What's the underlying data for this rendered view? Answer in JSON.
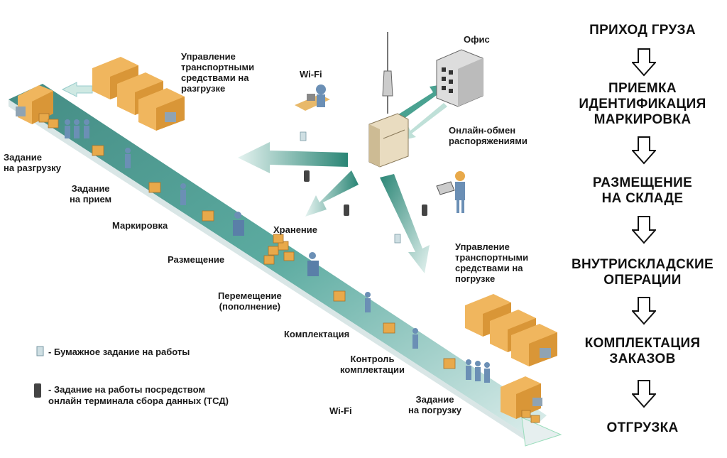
{
  "diagram": {
    "labels": {
      "office": "Офис",
      "wifi_top": "Wi-Fi",
      "wifi_bottom": "Wi-Fi",
      "transport_unload": "Управление\nтранспортными\nсредствами на\nразгрузке",
      "online_exchange": "Онлайн-обмен\nраспоряжениями",
      "task_unload": "Задание\nна разгрузку",
      "task_receive": "Задание\nна прием",
      "marking": "Маркировка",
      "storage": "Хранение",
      "placement": "Размещение",
      "transport_load": "Управление\nтранспортными\nсредствами на\nпогрузке",
      "movement": "Перемещение\n(пополнение)",
      "picking": "Комплектация",
      "picking_control": "Контроль\nкомплектации",
      "task_load": "Задание\nна погрузку"
    },
    "legend": {
      "paper_task": "- Бумажное задание на работы",
      "tsd_task": "- Задание на работы посредством\n онлайн терминала сбора данных (ТСД)"
    },
    "colors": {
      "conveyor": "#3d8f84",
      "arrow": "#3f9e8a",
      "box": "#e8a94a",
      "worker": "#6b8fb5"
    }
  },
  "process": {
    "stages": [
      "ПРИХОД ГРУЗА",
      "ПРИЕМКА\nИДЕНТИФИКАЦИЯ\nМАРКИРОВКА",
      "РАЗМЕЩЕНИЕ\nНА СКЛАДЕ",
      "ВНУТРИСКЛАДСКИЕ\nОПЕРАЦИИ",
      "КОМПЛЕКТАЦИЯ\nЗАКАЗОВ",
      "ОТГРУЗКА"
    ]
  }
}
